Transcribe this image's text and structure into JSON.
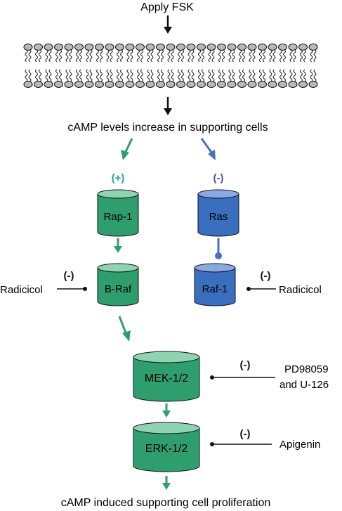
{
  "top_label": "Apply FSK",
  "cascade_label": "cAMP levels increase in supporting cells",
  "bottom_label": "cAMP induced supporting cell proliferation",
  "colors": {
    "green_body": "#2f9e6e",
    "green_top": "#8ed4b2",
    "green_arrow": "#2f9e6e",
    "blue_body": "#3a6fc0",
    "blue_top": "#8aa9e2",
    "blue_arrow": "#4a6fbf",
    "plus_color": "#1fa5a6",
    "minus_color": "#4a4fa8",
    "membrane": "#b9b9b9"
  },
  "left_branch": {
    "sign": "(+)",
    "node1": "Rap-1",
    "node2": "B-Raf",
    "inhibitor_sign": "(-)",
    "inhibitor": "Radicicol"
  },
  "right_branch": {
    "sign": "(-)",
    "node1": "Ras",
    "node2": "Raf-1",
    "inhibitor_sign": "(-)",
    "inhibitor": "Radicicol"
  },
  "mek": {
    "label": "MEK-1/2",
    "inhibitor_sign": "(-)",
    "inhibitor_line1": "PD98059",
    "inhibitor_line2": "and U-126"
  },
  "erk": {
    "label": "ERK-1/2",
    "inhibitor_sign": "(-)",
    "inhibitor": "Apigenin"
  }
}
